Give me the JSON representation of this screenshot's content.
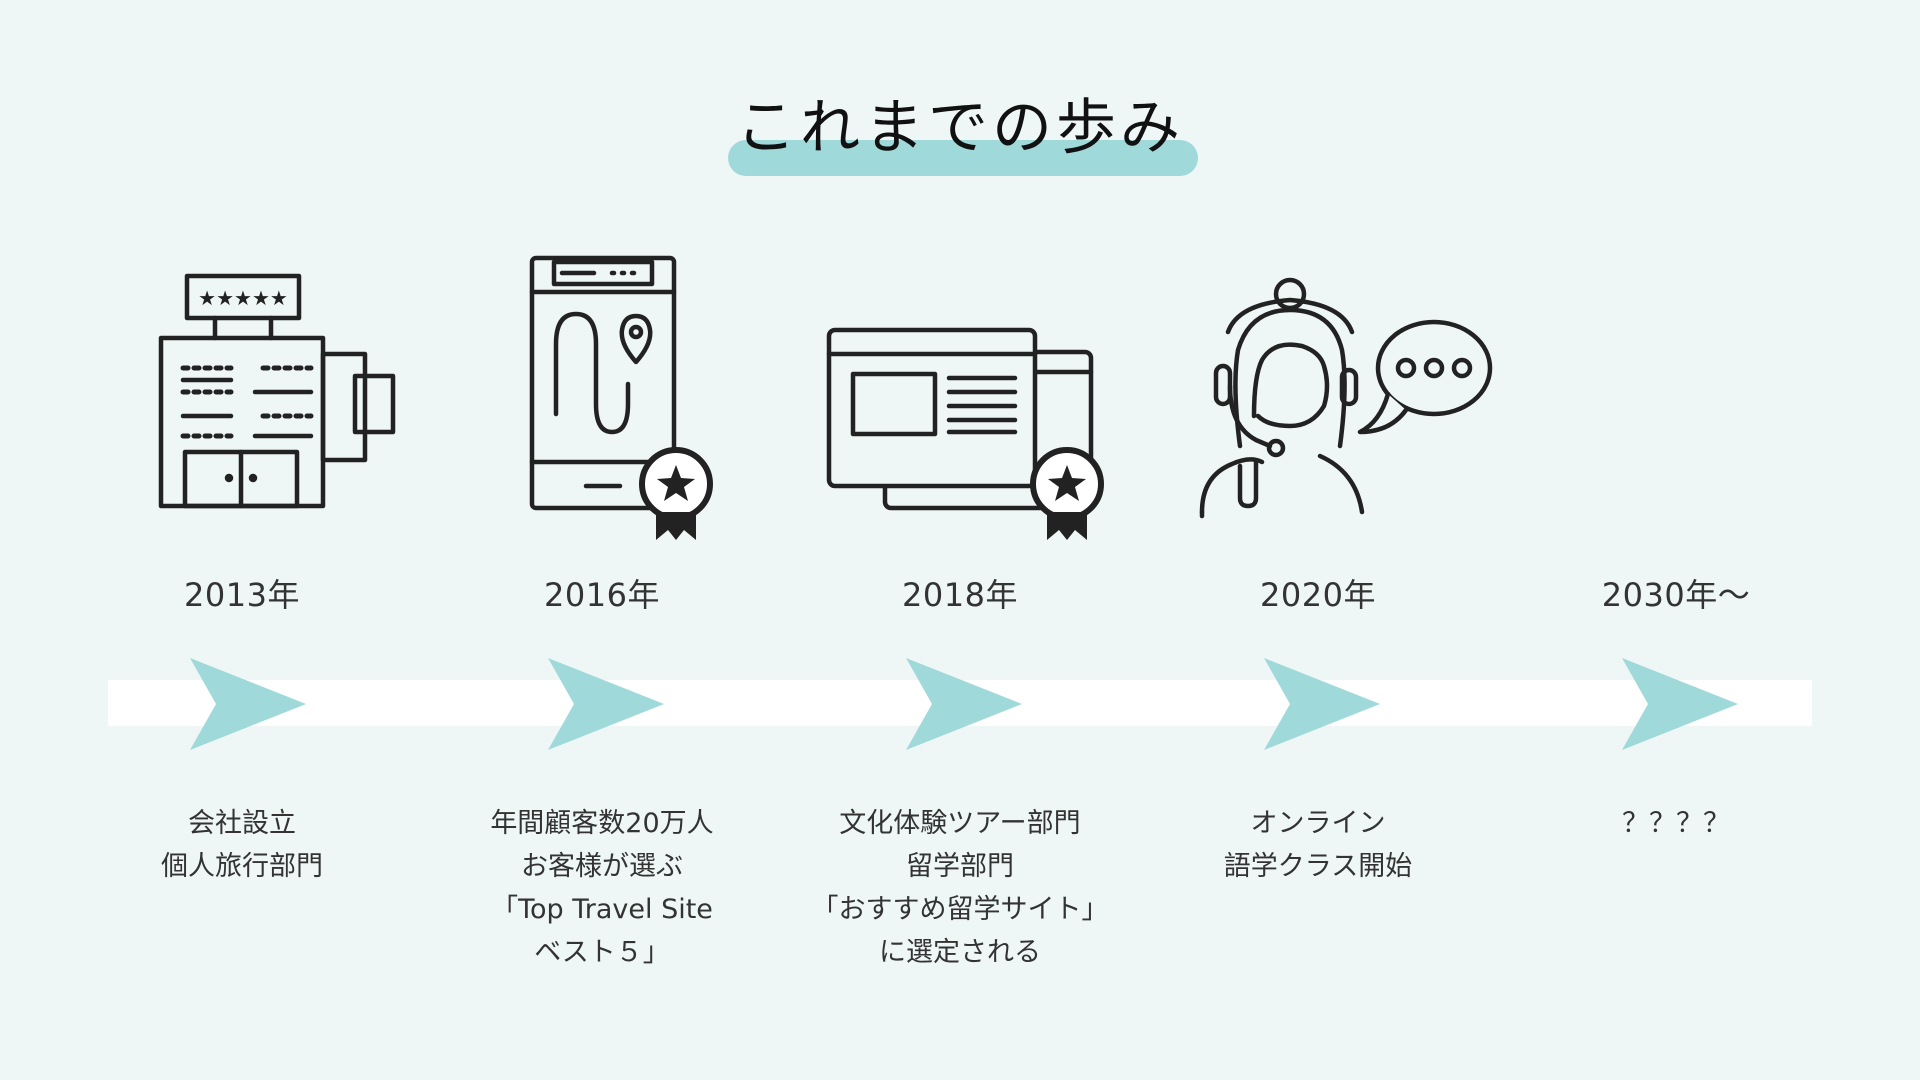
{
  "colors": {
    "background": "#EEF6F6",
    "accent": "#A0D9DA",
    "track": "#FFFFFF",
    "icon_stroke": "#222222"
  },
  "title": "これまでの歩み",
  "timeline": [
    {
      "year": "2013年",
      "icon": "hotel-building-icon",
      "lines": [
        "会社設立",
        "個人旅行部門"
      ]
    },
    {
      "year": "2016年",
      "icon": "smartphone-map-award-icon",
      "lines": [
        "年間顧客数20万人",
        "お客様が選ぶ",
        "「Top Travel Site",
        "ベスト５」"
      ]
    },
    {
      "year": "2018年",
      "icon": "website-award-icon",
      "lines": [
        "文化体験ツアー部門",
        "留学部門",
        "「おすすめ留学サイト」",
        "に選定される"
      ]
    },
    {
      "year": "2020年",
      "icon": "support-agent-chat-icon",
      "lines": [
        "オンライン",
        "語学クラス開始"
      ]
    },
    {
      "year": "2030年～",
      "icon": "",
      "lines": [
        "？？？？"
      ]
    }
  ]
}
